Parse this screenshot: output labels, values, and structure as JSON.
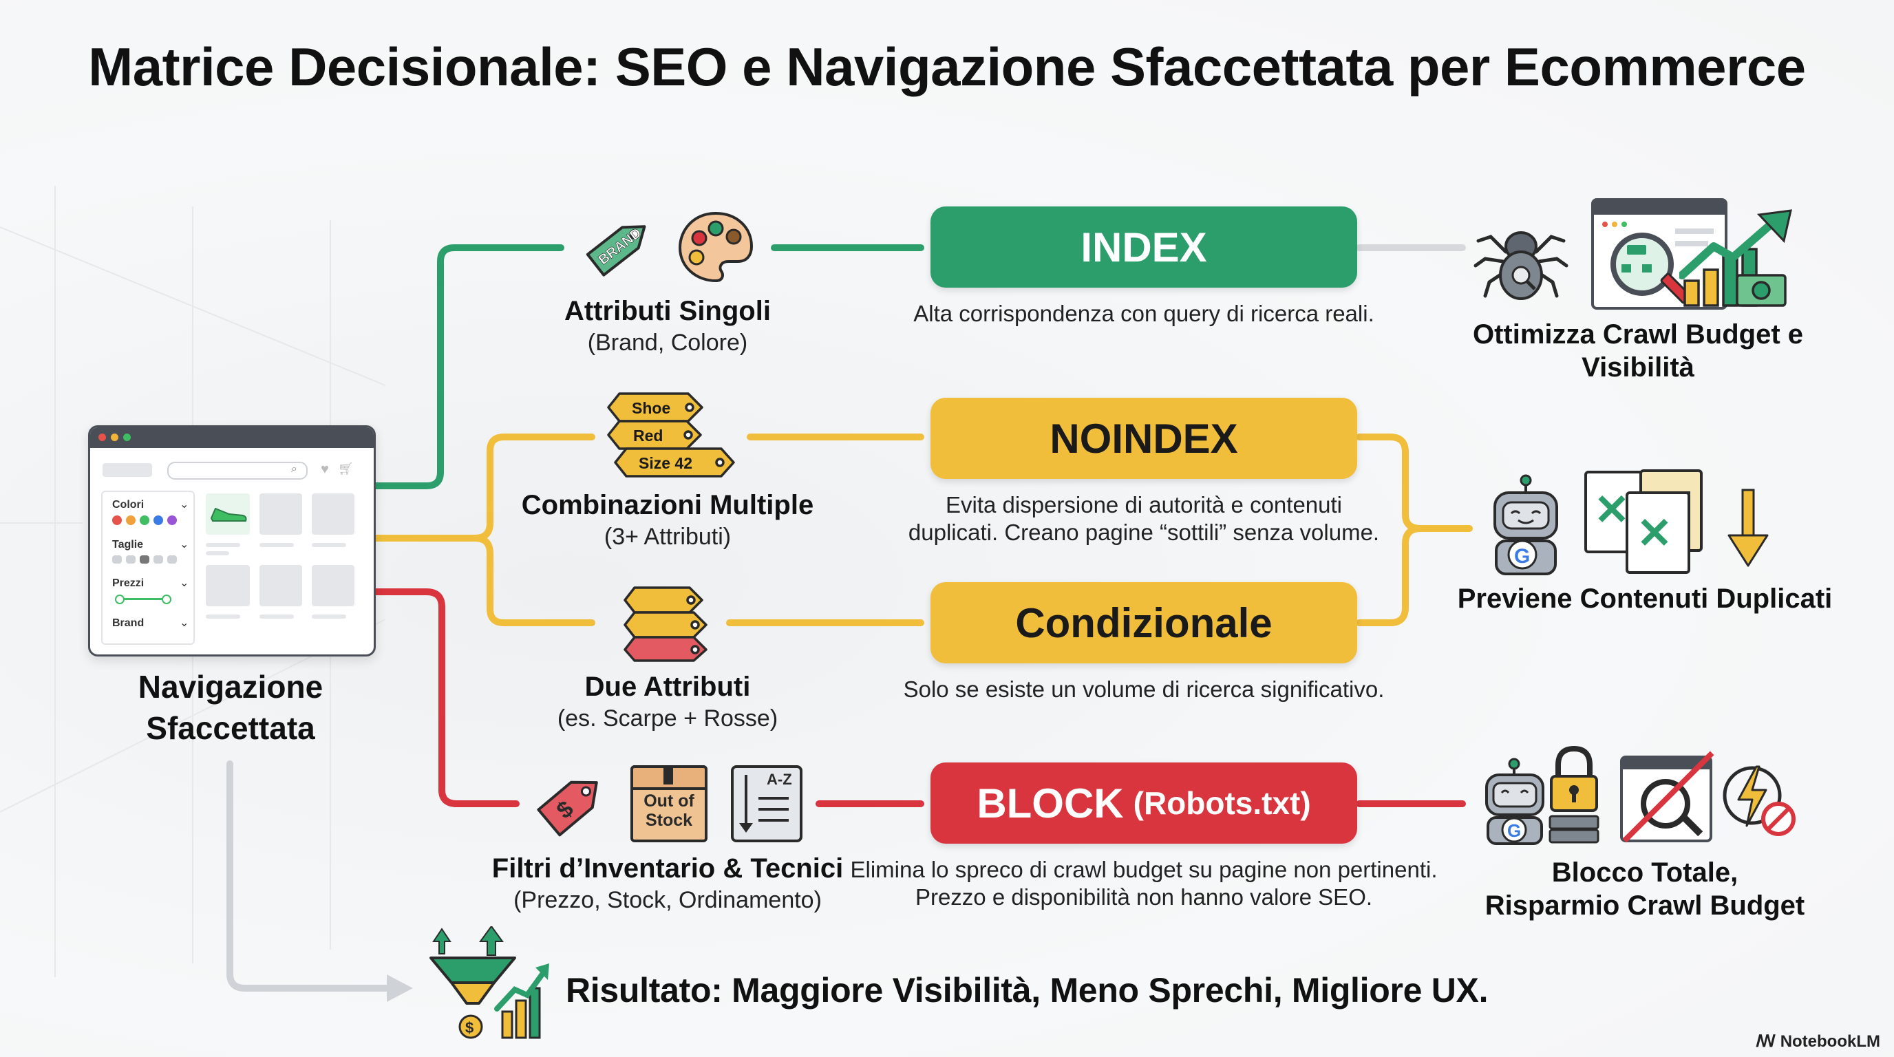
{
  "title": "Matrice Decisionale: SEO e Navigazione Sfaccettata per Ecommerce",
  "source": {
    "label_line1": "Navigazione",
    "label_line2": "Sfaccettata",
    "filters": [
      "Colori",
      "Taglie",
      "Prezzi",
      "Brand"
    ]
  },
  "rows": [
    {
      "category_title": "Attributi Singoli",
      "category_sub": "(Brand, Colore)",
      "icon_tag_text": "BRAND",
      "action": "INDEX",
      "action_color": "#2b9e6b",
      "desc_line1": "Alta corrispondenza con query di ricerca reali.",
      "result": "Ottimizza Crawl Budget e Visibilità"
    },
    {
      "category_title": "Combinazioni Multiple",
      "category_sub": "(3+ Attributi)",
      "icon_tags": [
        "Shoe",
        "Red",
        "Size 42"
      ],
      "action": "NOINDEX",
      "action_color": "#f1be3b",
      "desc_line1": "Evita dispersione di autorità e contenuti",
      "desc_line2": "duplicati. Creano pagine “sottili” senza volume."
    },
    {
      "category_title": "Due Attributi",
      "category_sub": "(es. Scarpe + Rosse)",
      "action": "Condizionale",
      "action_color": "#f1be3b",
      "desc_line1": "Solo se esiste un volume di ricerca significativo."
    },
    {
      "category_title": "Filtri d’Inventario & Tecnici",
      "category_sub": "(Prezzo, Stock, Ordinamento)",
      "icon_box_line1": "Out of",
      "icon_box_line2": "Stock",
      "icon_sort": "A-Z",
      "action": "BLOCK",
      "action_sub": "(Robots.txt)",
      "action_color": "#d9353f",
      "desc_line1": "Elimina lo spreco di crawl budget su pagine non pertinenti.",
      "desc_line2": "Prezzo e disponibilità non hanno valore SEO.",
      "result_line1": "Blocco Totale,",
      "result_line2": "Risparmio Crawl Budget"
    }
  ],
  "middle_result": "Previene Contenuti Duplicati",
  "footer": {
    "result": "Risultato: Maggiore Visibilità, Meno Sprechi, Migliore UX.",
    "brand": "NotebookLM"
  },
  "icons": [
    "brand-tag-icon",
    "palette-icon",
    "tag-stack-icon",
    "money-tag-icon",
    "out-of-stock-box-icon",
    "sort-az-icon",
    "spider-icon",
    "magnifier-sitemap-icon",
    "growth-chart-icon",
    "robot-icon",
    "duplicate-files-icon",
    "down-arrow-icon",
    "lock-icon",
    "server-icon",
    "no-search-icon",
    "no-power-icon",
    "funnel-icon"
  ]
}
